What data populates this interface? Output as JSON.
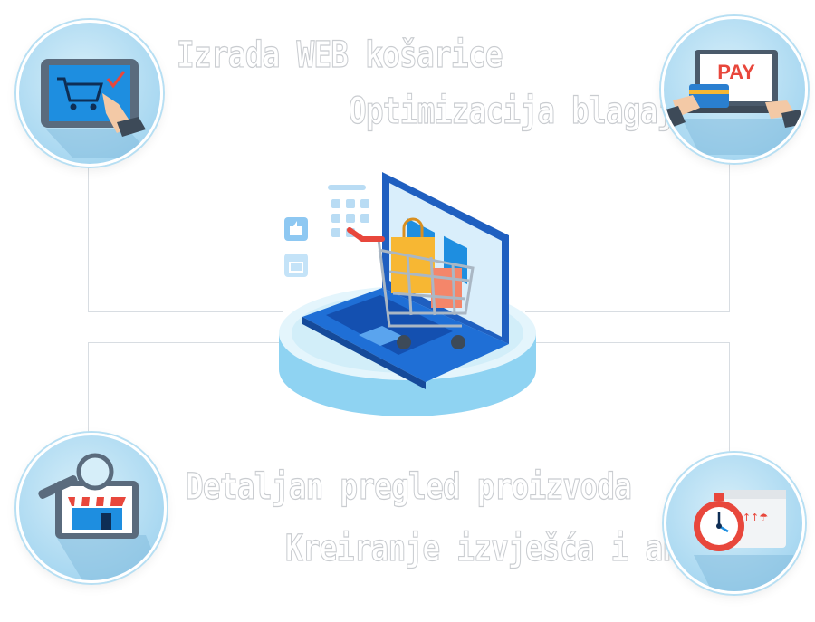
{
  "features": {
    "cart": "Izrada WEB košarice",
    "checkout": "Optimizacija blagajne",
    "review": "Detaljan pregled proizvoda",
    "reports": "Kreiranje izvješća i analize"
  },
  "pay_label": "PAY",
  "colors": {
    "circle": "#a9d8f1",
    "laptop": "#1f6fd6",
    "platform": "#bfe6f7",
    "accent_red": "#e8473c",
    "bag_yellow": "#f7b733",
    "outline": "#c9ccd0"
  },
  "icons": [
    "tablet-cart-icon",
    "pay-laptop-icon",
    "shop-search-icon",
    "stopwatch-box-icon",
    "laptop-cart-illustration"
  ]
}
